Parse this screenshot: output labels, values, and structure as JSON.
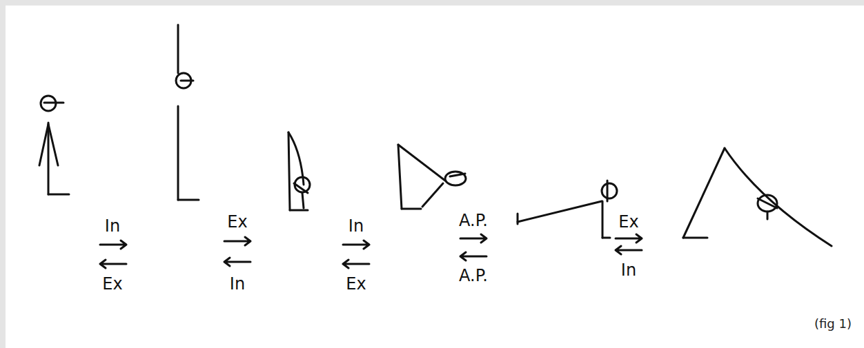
{
  "diagram": {
    "labels": [
      "In",
      "Ex",
      "Ex",
      "In",
      "In",
      "Ex",
      "A.P.",
      "A.P.",
      "Ex",
      "In",
      "(fig 1)"
    ]
  }
}
